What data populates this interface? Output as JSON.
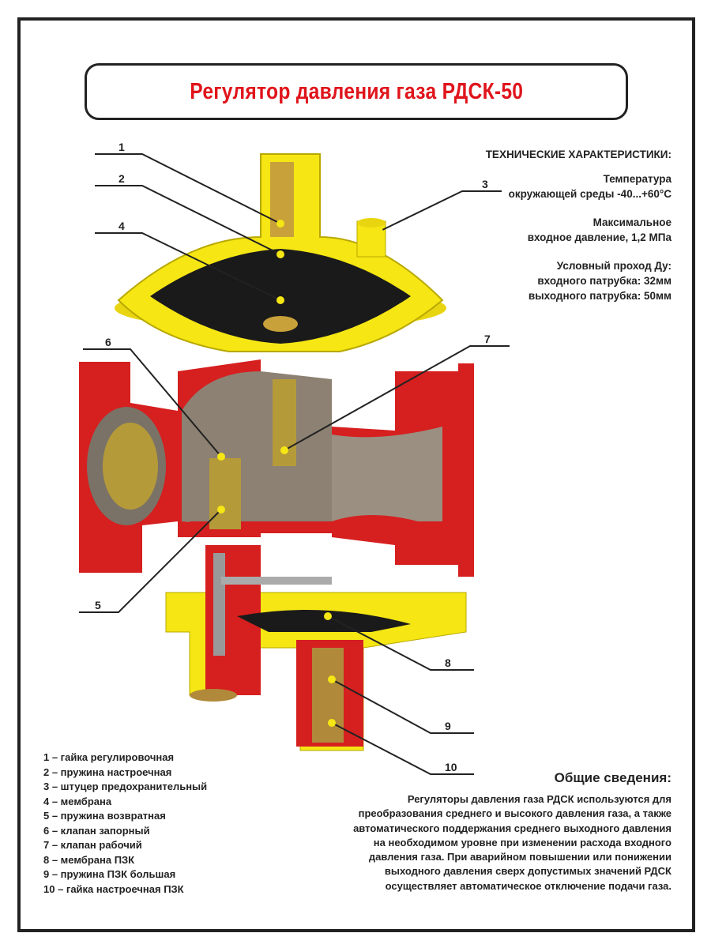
{
  "title": "Регулятор давления газа РДСК-50",
  "specs": {
    "heading": "ТЕХНИЧЕСКИЕ ХАРАКТЕРИСТИКИ:",
    "groups": [
      [
        "Температура",
        "окружающей среды -40...+60°С"
      ],
      [
        "Максимальное",
        "входное давление, 1,2 МПа"
      ],
      [
        "Условный проход Ду:",
        "входного патрубка: 32мм",
        "выходного патрубка: 50мм"
      ]
    ]
  },
  "callouts": [
    "1",
    "2",
    "3",
    "4",
    "5",
    "6",
    "7",
    "8",
    "9",
    "10"
  ],
  "legend": [
    "1 – гайка регулировочная",
    "2 – пружина настроечная",
    "3 – штуцер предохранительный",
    "4 – мембрана",
    "5 – пружина возвратная",
    "6 – клапан запорный",
    "7 – клапан рабочий",
    "8 – мембрана ПЗК",
    "9 – пружина ПЗК большая",
    "10 – гайка настроечная ПЗК"
  ],
  "info": {
    "heading": "Общие сведения:",
    "text": "Регуляторы давления газа РДСК используются для преобразования среднего и высокого давления газа, а также автоматического поддержания среднего выходного давления на необходимом уровне при изменении расхода входного давления газа. При аварийном повышении или понижении выходного давления сверх допустимых значений РДСК осуществляет автоматическое отключение подачи газа."
  },
  "colors": {
    "title": "#e0141b",
    "body_red": "#d61f1f",
    "body_yellow": "#f5e614",
    "membrane": "#1a1a1a"
  }
}
